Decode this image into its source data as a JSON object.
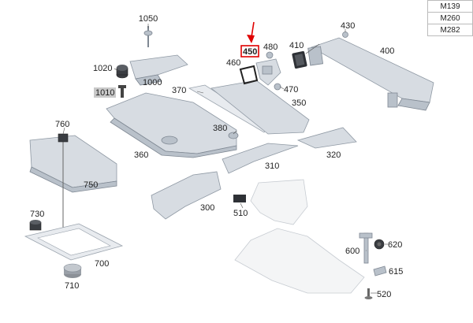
{
  "variants": [
    "M139",
    "M260",
    "M282"
  ],
  "labels": {
    "p1050": "1050",
    "p1020": "1020",
    "p1000": "1000",
    "p1010": "1010",
    "p450": "450",
    "p480": "480",
    "p410": "410",
    "p430": "430",
    "p400": "400",
    "p460": "460",
    "p470": "470",
    "p370": "370",
    "p350": "350",
    "p760": "760",
    "p380": "380",
    "p360": "360",
    "p320": "320",
    "p310": "310",
    "p750": "750",
    "p300": "300",
    "p510": "510",
    "p730": "730",
    "p620": "620",
    "p600": "600",
    "p700": "700",
    "p615": "615",
    "p710": "710",
    "p520": "520"
  },
  "colors": {
    "highlight": "#e00000",
    "arrow": "#e00000"
  },
  "highlighted_part": "450"
}
